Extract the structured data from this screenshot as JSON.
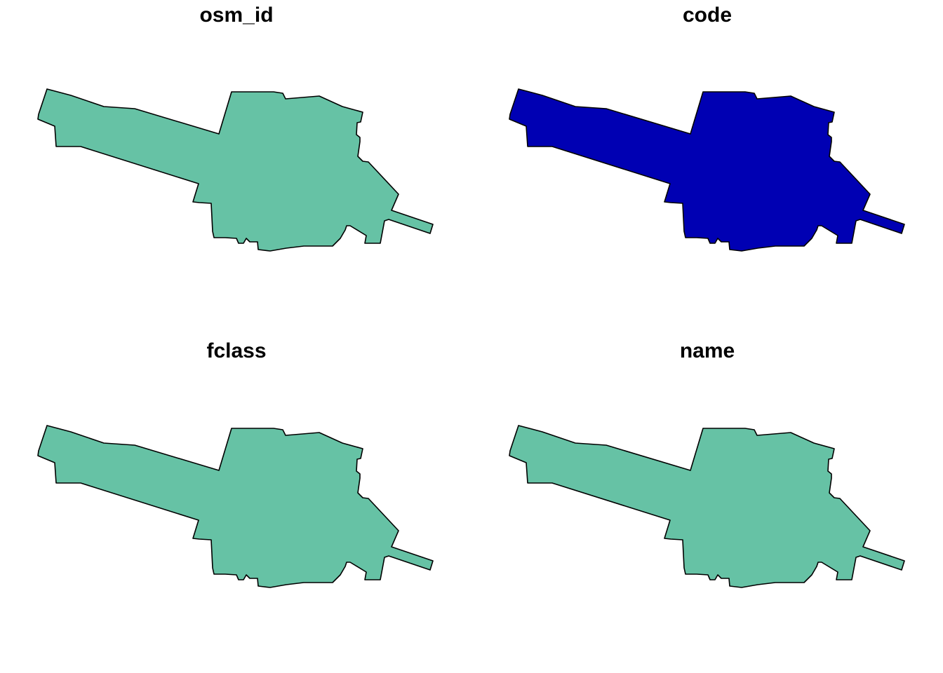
{
  "outline_color": "#000000",
  "panels": [
    {
      "title": "osm_id",
      "fill": "#66c2a5"
    },
    {
      "title": "code",
      "fill": "#0000b3"
    },
    {
      "title": "fclass",
      "fill": "#66c2a5"
    },
    {
      "title": "name",
      "fill": "#66c2a5"
    }
  ]
}
